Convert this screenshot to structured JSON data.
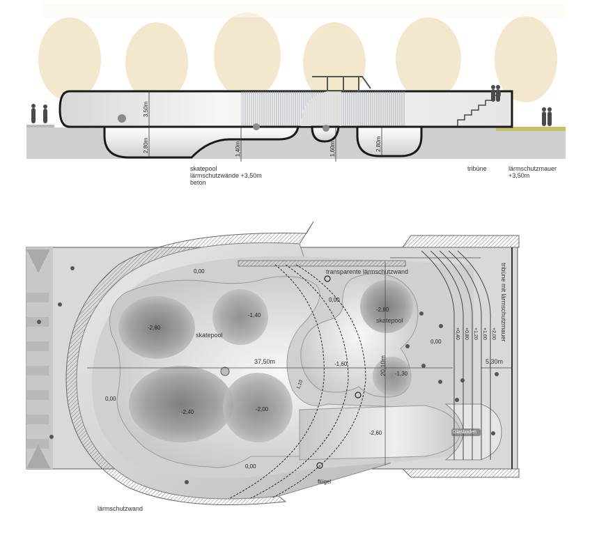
{
  "section": {
    "dimensions": {
      "bowl_height_1": "3,50m",
      "bowl_depth_1": "2,80m",
      "bowl_depth_2": "1,40m",
      "bowl_depth_3": "1,60m",
      "bowl_depth_4": "2,80m"
    },
    "labels": {
      "skatepool_line1": "skatepool",
      "skatepool_line2": "lärmschutzwände +3,50m",
      "skatepool_line3": "beton",
      "tribune": "tribüne",
      "wall_line1": "lärmschutzmauer",
      "wall_line2": "+3,50m"
    }
  },
  "plan": {
    "levels": {
      "top_left": "0,00",
      "upper_mid": "0,00",
      "right": "0,00",
      "left": "0,00",
      "bottom": "0,00",
      "deep_left": "-2,80",
      "mid": "-1,40",
      "deep_right": "-2,80",
      "small_bowl": "-1,60",
      "small_bowl_right": "-1,30",
      "bottom_left": "-2,40",
      "bottom_mid": "-2,00",
      "channel": "-2,60"
    },
    "labels": {
      "skatepool_a": "skatepool",
      "skatepool_b": "skatepool",
      "transparent_wall": "transparente lärmschutzwand",
      "tribune_vertical": "tribüne mit lärmschutzmauer",
      "glass_floor": "Glasboden",
      "wing": "flügel",
      "noise_wall": "lärmschutzwand"
    },
    "dimensions": {
      "length": "37,50m",
      "width": "20,10m",
      "tribune_depth": "5,30m",
      "small_dim": "1,10"
    },
    "steps": [
      "+0,40",
      "+0,80",
      "+1,20",
      "+1,60",
      "+2,00"
    ]
  },
  "colors": {
    "tree": "#f3e6cc",
    "ground": "#cfcfcf",
    "outline": "#1a1a1a",
    "plan_bg": "#d6d6d6",
    "bowl_light": "#efefef",
    "bowl_dark": "#8c8c8c",
    "glass": "#a9a9a9",
    "accent_yellow": "#c9c06a"
  }
}
